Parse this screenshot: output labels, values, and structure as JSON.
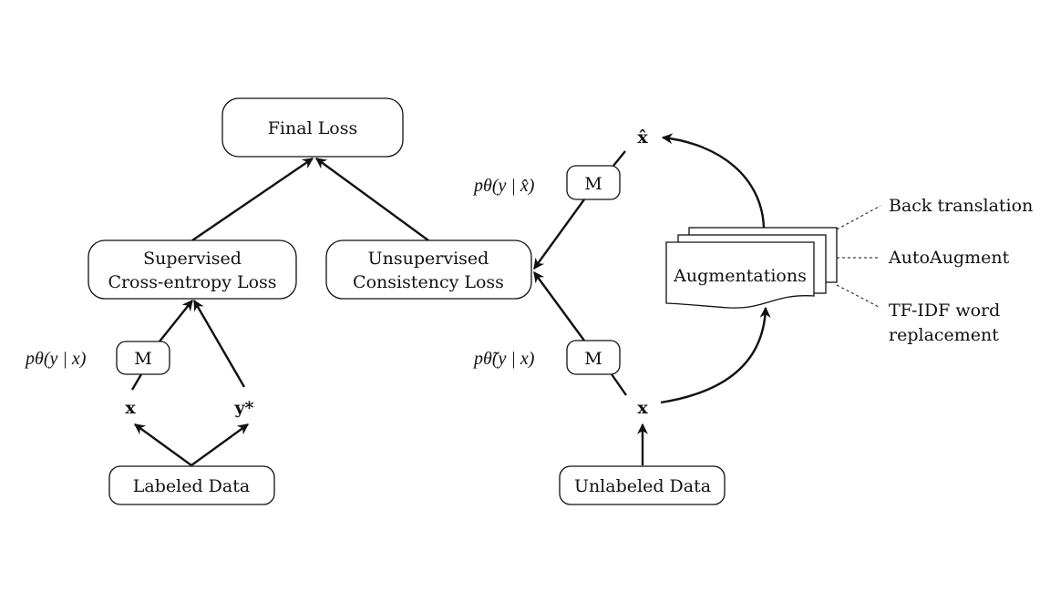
{
  "nodes": {
    "final_loss": "Final Loss",
    "supervised_line1": "Supervised",
    "supervised_line2": "Cross-entropy Loss",
    "unsupervised_line1": "Unsupervised",
    "unsupervised_line2": "Consistency Loss",
    "model_left": "M",
    "model_right_top": "M",
    "model_right_bottom": "M",
    "labeled_data": "Labeled Data",
    "unlabeled_data": "Unlabeled Data",
    "augmentations": "Augmentations"
  },
  "variables": {
    "x_left": "x",
    "y_star": "y*",
    "x_right": "x",
    "x_hat": "x̂"
  },
  "math_labels": {
    "p_left": "pθ(y | x)",
    "p_right_top": "pθ(y | x̂)",
    "p_right_bottom": "pθ̃(y | x)"
  },
  "augmentation_methods": [
    "Back translation",
    "AutoAugment",
    "TF-IDF word",
    "replacement"
  ]
}
